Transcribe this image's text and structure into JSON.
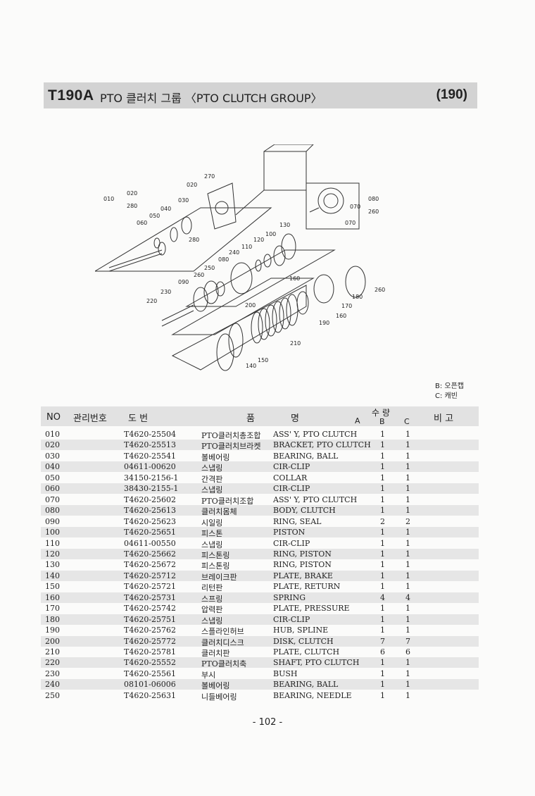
{
  "header": {
    "model": "T190A",
    "title": "PTO 클러치 그룹 〈PTO CLUTCH GROUP〉",
    "page_code": "(190)"
  },
  "diagram": {
    "callouts": [
      "270",
      "020",
      "010",
      "020",
      "280",
      "030",
      "040",
      "050",
      "060",
      "280",
      "080",
      "070",
      "260",
      "070",
      "130",
      "100",
      "120",
      "110",
      "240",
      "080",
      "250",
      "260",
      "090",
      "230",
      "220",
      "200",
      "160",
      "180",
      "260",
      "170",
      "160",
      "190",
      "210",
      "150",
      "140"
    ]
  },
  "legend": {
    "b": "B: 오픈캡",
    "c": "C: 캐빈"
  },
  "table": {
    "headers": {
      "no": "NO",
      "mgmt": "관리번호",
      "drawing": "도    번",
      "name1": "품",
      "name2": "명",
      "qty": "수 량",
      "qa": "A",
      "qb": "B",
      "qc": "C",
      "remark": "비 고"
    },
    "rows": [
      {
        "no": "010",
        "part": "T4620-25504",
        "kor": "PTO클러치총조합",
        "eng": "ASS' Y, PTO CLUTCH",
        "b": "1",
        "c": "1"
      },
      {
        "no": "020",
        "part": "T4620-25513",
        "kor": "PTO클러치브라켓",
        "eng": "BRACKET, PTO CLUTCH",
        "b": "1",
        "c": "1"
      },
      {
        "no": "030",
        "part": "T4620-25541",
        "kor": "볼베어링",
        "eng": "BEARING, BALL",
        "b": "1",
        "c": "1"
      },
      {
        "no": "040",
        "part": "04611-00620",
        "kor": "스냅링",
        "eng": "CIR-CLIP",
        "b": "1",
        "c": "1"
      },
      {
        "no": "050",
        "part": "34150-2156-1",
        "kor": "간격판",
        "eng": "COLLAR",
        "b": "1",
        "c": "1"
      },
      {
        "no": "060",
        "part": "38430-2155-1",
        "kor": "스냅링",
        "eng": "CIR-CLIP",
        "b": "1",
        "c": "1"
      },
      {
        "no": "070",
        "part": "T4620-25602",
        "kor": "PTO클러치조합",
        "eng": "ASS' Y, PTO CLUTCH",
        "b": "1",
        "c": "1"
      },
      {
        "no": "080",
        "part": "T4620-25613",
        "kor": "클러치몸체",
        "eng": "BODY, CLUTCH",
        "b": "1",
        "c": "1"
      },
      {
        "no": "090",
        "part": "T4620-25623",
        "kor": "시일링",
        "eng": "RING, SEAL",
        "b": "2",
        "c": "2"
      },
      {
        "no": "100",
        "part": "T4620-25651",
        "kor": "피스톤",
        "eng": "PISTON",
        "b": "1",
        "c": "1"
      },
      {
        "no": "110",
        "part": "04611-00550",
        "kor": "스냅링",
        "eng": "CIR-CLIP",
        "b": "1",
        "c": "1"
      },
      {
        "no": "120",
        "part": "T4620-25662",
        "kor": "피스톤링",
        "eng": "RING, PISTON",
        "b": "1",
        "c": "1"
      },
      {
        "no": "130",
        "part": "T4620-25672",
        "kor": "피스톤링",
        "eng": "RING, PISTON",
        "b": "1",
        "c": "1"
      },
      {
        "no": "140",
        "part": "T4620-25712",
        "kor": "브레이크판",
        "eng": "PLATE, BRAKE",
        "b": "1",
        "c": "1"
      },
      {
        "no": "150",
        "part": "T4620-25721",
        "kor": "리턴판",
        "eng": "PLATE, RETURN",
        "b": "1",
        "c": "1"
      },
      {
        "no": "160",
        "part": "T4620-25731",
        "kor": "스프링",
        "eng": "SPRING",
        "b": "4",
        "c": "4"
      },
      {
        "no": "170",
        "part": "T4620-25742",
        "kor": "압력판",
        "eng": "PLATE, PRESSURE",
        "b": "1",
        "c": "1"
      },
      {
        "no": "180",
        "part": "T4620-25751",
        "kor": "스냅링",
        "eng": "CIR-CLIP",
        "b": "1",
        "c": "1"
      },
      {
        "no": "190",
        "part": "T4620-25762",
        "kor": "스플라인허브",
        "eng": "HUB, SPLINE",
        "b": "1",
        "c": "1"
      },
      {
        "no": "200",
        "part": "T4620-25772",
        "kor": "클러치디스크",
        "eng": "DISK, CLUTCH",
        "b": "7",
        "c": "7"
      },
      {
        "no": "210",
        "part": "T4620-25781",
        "kor": "클러치판",
        "eng": "PLATE, CLUTCH",
        "b": "6",
        "c": "6"
      },
      {
        "no": "220",
        "part": "T4620-25552",
        "kor": "PTO클러치축",
        "eng": "SHAFT, PTO CLUTCH",
        "b": "1",
        "c": "1"
      },
      {
        "no": "230",
        "part": "T4620-25561",
        "kor": "부시",
        "eng": "BUSH",
        "b": "1",
        "c": "1"
      },
      {
        "no": "240",
        "part": "08101-06006",
        "kor": "볼베어링",
        "eng": "BEARING, BALL",
        "b": "1",
        "c": "1"
      },
      {
        "no": "250",
        "part": "T4620-25631",
        "kor": "니들베어링",
        "eng": "BEARING, NEEDLE",
        "b": "1",
        "c": "1"
      }
    ]
  },
  "footer": {
    "page": "- 102 -"
  }
}
